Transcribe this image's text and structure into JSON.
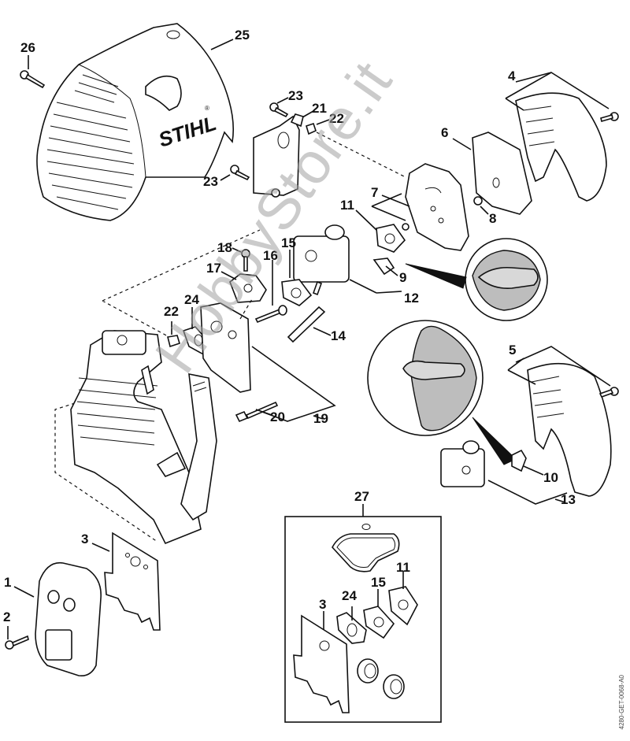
{
  "diagram": {
    "brand_logo": "STIHL",
    "brand_mark": "®",
    "reference_code": "4280-GET-0068-A0",
    "watermark": "HobbyStore.it",
    "kit_box_label": "27",
    "labels": {
      "l1": "1",
      "l2": "2",
      "l3": "3",
      "l4": "4",
      "l5": "5",
      "l6": "6",
      "l7": "7",
      "l8": "8",
      "l9": "9",
      "l10": "10",
      "l11": "11",
      "l12": "12",
      "l13": "13",
      "l14": "14",
      "l15": "15",
      "l16": "16",
      "l17": "17",
      "l18": "18",
      "l19": "19",
      "l20": "20",
      "l21": "21",
      "l22a": "22",
      "l22b": "22",
      "l23a": "23",
      "l23b": "23",
      "l24": "24",
      "l25": "25",
      "l26": "26",
      "k3": "3",
      "k24": "24",
      "k15": "15",
      "k11": "11"
    }
  }
}
